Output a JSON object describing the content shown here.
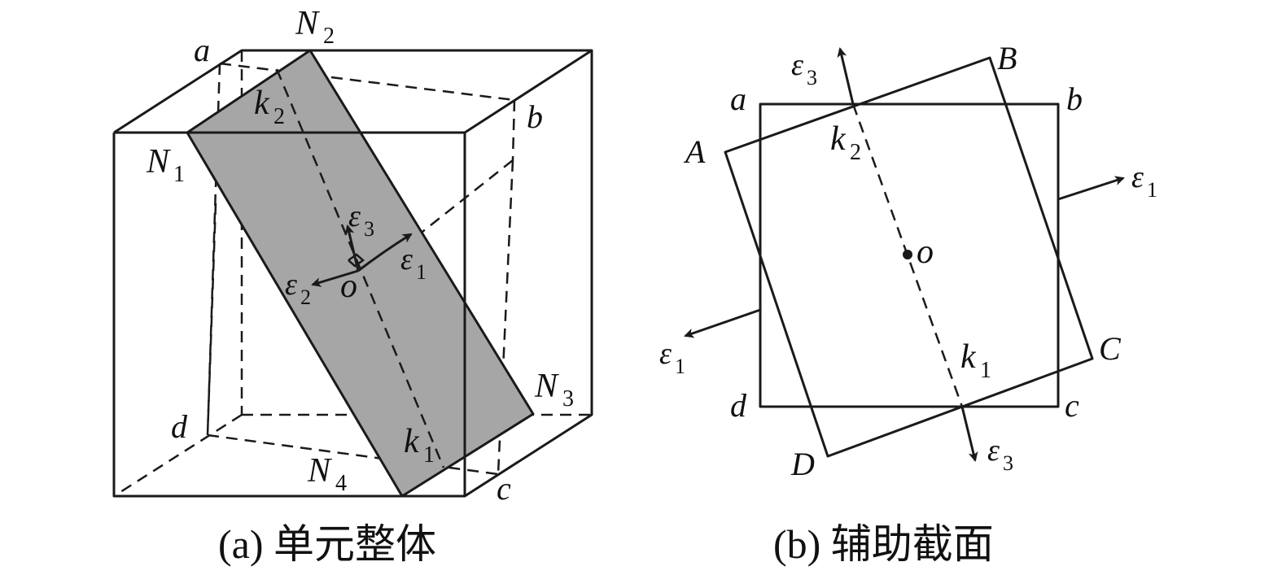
{
  "panel_a": {
    "caption": "(a) 单元整体",
    "labels": {
      "a": "a",
      "b": "b",
      "c": "c",
      "d": "d",
      "N1": "N",
      "N1_sub": "1",
      "N2": "N",
      "N2_sub": "2",
      "N3": "N",
      "N3_sub": "3",
      "N4": "N",
      "N4_sub": "4",
      "k1": "k",
      "k1_sub": "1",
      "k2": "k",
      "k2_sub": "2",
      "e1": "ε",
      "e1_sub": "1",
      "e2": "ε",
      "e2_sub": "2",
      "e3": "ε",
      "e3_sub": "3",
      "o": "o"
    },
    "plane_fill": "#a6a6a6"
  },
  "panel_b": {
    "caption": "(b) 辅助截面",
    "labels": {
      "a": "a",
      "b": "b",
      "c": "c",
      "d": "d",
      "A": "A",
      "B": "B",
      "C": "C",
      "D": "D",
      "k1": "k",
      "k1_sub": "1",
      "k2": "k",
      "k2_sub": "2",
      "e1_right": "ε",
      "e1_right_sub": "1",
      "e1_left": "ε",
      "e1_left_sub": "1",
      "e3_top": "ε",
      "e3_top_sub": "3",
      "e3_bottom": "ε",
      "e3_bottom_sub": "3",
      "o": "o"
    }
  },
  "colors": {
    "line": "#1a1a1a",
    "plane": "#a6a6a6",
    "background": "#ffffff"
  }
}
